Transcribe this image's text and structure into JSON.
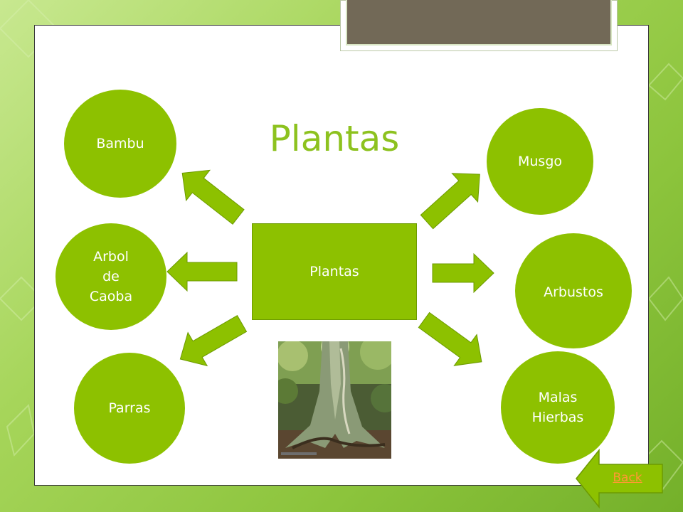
{
  "slide": {
    "title": "Plantas",
    "center_label": "Plantas",
    "nodes": {
      "bambu": "Bambu",
      "musgo": "Musgo",
      "arbol_line1": "Arbol",
      "arbol_line2": "de",
      "arbol_line3": "Caoba",
      "arbustos": "Arbustos",
      "parras": "Parras",
      "malas_line1": "Malas",
      "malas_line2": "Hierbas"
    },
    "back_label": "Back"
  },
  "colors": {
    "node_green": "#8dc100",
    "title_green": "#8dc21f",
    "tab_brown": "#726957",
    "link_orange": "#ff9933"
  }
}
